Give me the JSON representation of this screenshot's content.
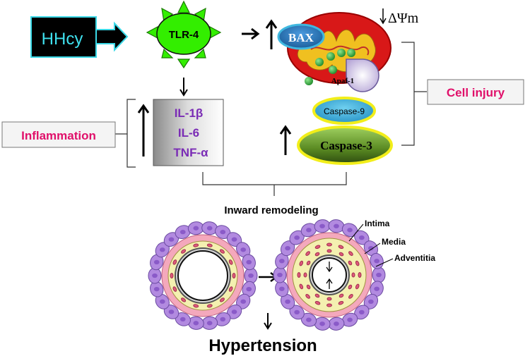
{
  "trigger": {
    "label": "HHcy"
  },
  "receptor": {
    "label": "TLR-4"
  },
  "mitochondria": {
    "bax_label": "BAX",
    "potential_label": "ΔΨm",
    "apaf_label": "Apaf-1"
  },
  "caspases": {
    "caspase9_label": "Caspase-9",
    "caspase3_label": "Caspase-3"
  },
  "cytokines": {
    "items": [
      "IL-1β",
      "IL-6",
      "TNF-α"
    ]
  },
  "inflammation": {
    "label": "Inflammation"
  },
  "cell_injury": {
    "label": "Cell injury"
  },
  "remodeling": {
    "label": "Inward remodeling"
  },
  "vessel_layers": {
    "intima": "Intima",
    "media": "Media",
    "adventitia": "Adventitia"
  },
  "outcome": {
    "label": "Hypertension"
  },
  "colors": {
    "hhcy_bg": "#000000",
    "hhcy_border": "#3ad8e6",
    "hhcy_text": "#3fe0ee",
    "tlr4_green": "#33ee00",
    "bax_blue": "#1e73b5",
    "mito_red": "#e02020",
    "mito_yellow": "#f0c020",
    "caspase9_blue": "#2ea8d8",
    "caspase3_green": "#4d7a1a",
    "caspase_border": "#f2ee1a",
    "cytokine_text": "#7a2cb5",
    "label_pink": "#e0106a",
    "adventitia_purple": "#b28ae0",
    "media_yellow": "#f4f0b0",
    "intima_pink": "#f4a8bc"
  }
}
